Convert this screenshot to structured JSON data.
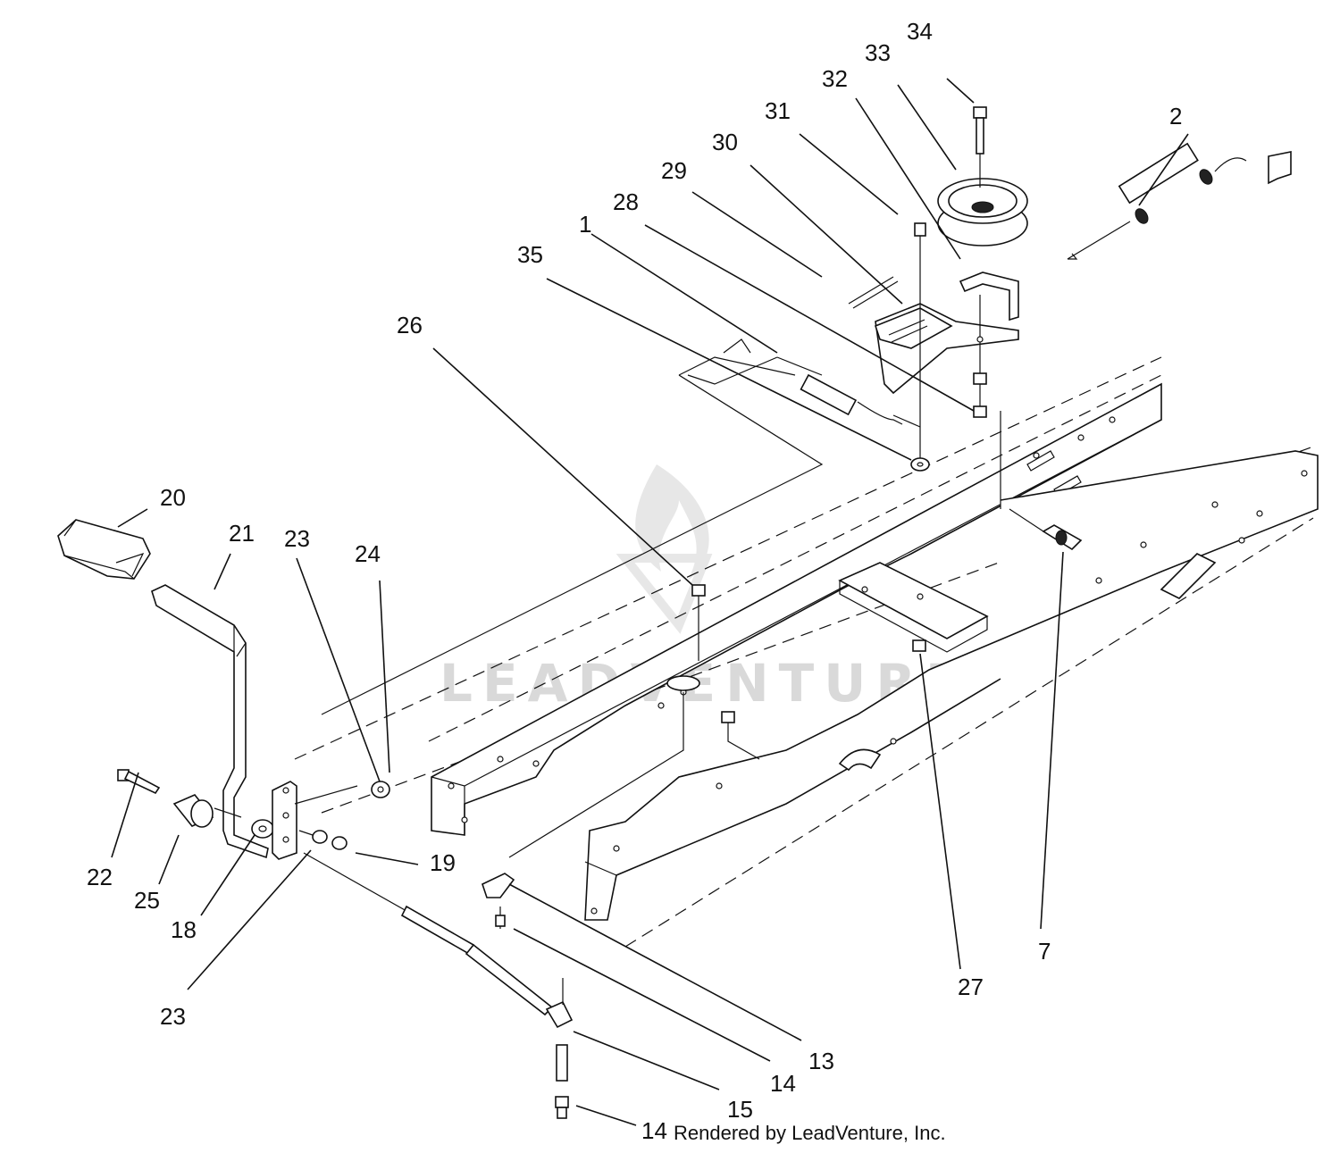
{
  "diagram": {
    "watermark": "LEADVENTURE",
    "credit": "Rendered by LeadVenture, Inc.",
    "callouts": [
      "34",
      "33",
      "32",
      "31",
      "30",
      "29",
      "28",
      "1",
      "35",
      "2",
      "26",
      "20",
      "21",
      "23",
      "24",
      "22",
      "25",
      "18",
      "19",
      "23",
      "13",
      "14",
      "15",
      "14",
      "27",
      "7"
    ]
  }
}
